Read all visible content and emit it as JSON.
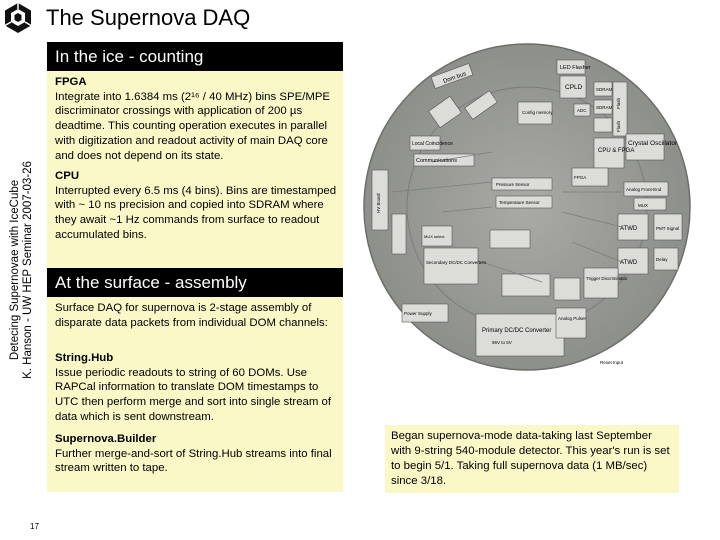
{
  "header": {
    "title": "The Supernova DAQ"
  },
  "side_text": {
    "line1": "Detecing Supernovae with IceCube",
    "line2": "K. Hanson - UW HEP Seminar 2007-03-26"
  },
  "ice_section": {
    "heading": "In the ice - counting",
    "fpga": {
      "label": "FPGA",
      "text": "Integrate into 1.6384 ms (2¹⁶ / 40 MHz) bins SPE/MPE discriminator crossings with application of 200 µs deadtime. This counting operation executes in parallel with digitization and readout activity of main DAQ core and does not depend on its state."
    },
    "cpu": {
      "label": "CPU",
      "text": "Interrupted every 6.5 ms (4 bins). Bins are timestamped with ~ 10 ns precision and copied into SDRAM where they await ~1 Hz commands from surface to readout accumulated bins."
    }
  },
  "surface_section": {
    "heading": "At the surface - assembly",
    "intro": "Surface DAQ for supernova is 2-stage assembly of disparate data packets from individual DOM channels:",
    "stringhub": {
      "label": "String.Hub",
      "text": "Issue periodic readouts to string of 60 DOMs. Use RAPCal information to translate DOM timestamps to UTC then perform merge and sort into single stream of data which is sent downstream."
    },
    "builder": {
      "label": "Supernova.Builder",
      "text": "Further merge-and-sort of String.Hub streams into final stream written to tape."
    }
  },
  "note": {
    "text": "Began supernova-mode data-taking last September with 9-string 540-module detector. This year's run is set to begin 5/1. Taking full supernova data (1 MB/sec) since 3/18."
  },
  "board": {
    "labels": {
      "flasher": "LED Flasher",
      "dom_bus": "Dom bus",
      "cpld": "CPLD",
      "sdram": "SDRAM",
      "flash": "Flash",
      "adc": "ADC",
      "crystal": "Crystal Oscillator",
      "cpu_fpga": "CPU & FPGA",
      "config": "Config memory",
      "local_coinc": "Local Coincidence",
      "communications": "Communications",
      "analog_front": "Analog Front-End",
      "pressure": "Pressure Sensor",
      "temperature": "Temperature Sensor",
      "atwd1": "ATWD",
      "atwd2": "ATWD",
      "mux": "MUX",
      "pmt_signal": "PMT Signal",
      "delay": "Delay",
      "secondary": "Secondary DC/DC Converters",
      "power": "Power Supply",
      "primary": "Primary DC/DC Converter",
      "primary_sub": "96V to 5V",
      "amp_prop": "Trigger Discriminator",
      "pulser": "Analog Pulser",
      "reset": "Reset Input",
      "fpga_sub": "FPGA",
      "local_mux": "MUX select",
      "voltage": "HV Board"
    }
  },
  "page": {
    "number": "17"
  }
}
